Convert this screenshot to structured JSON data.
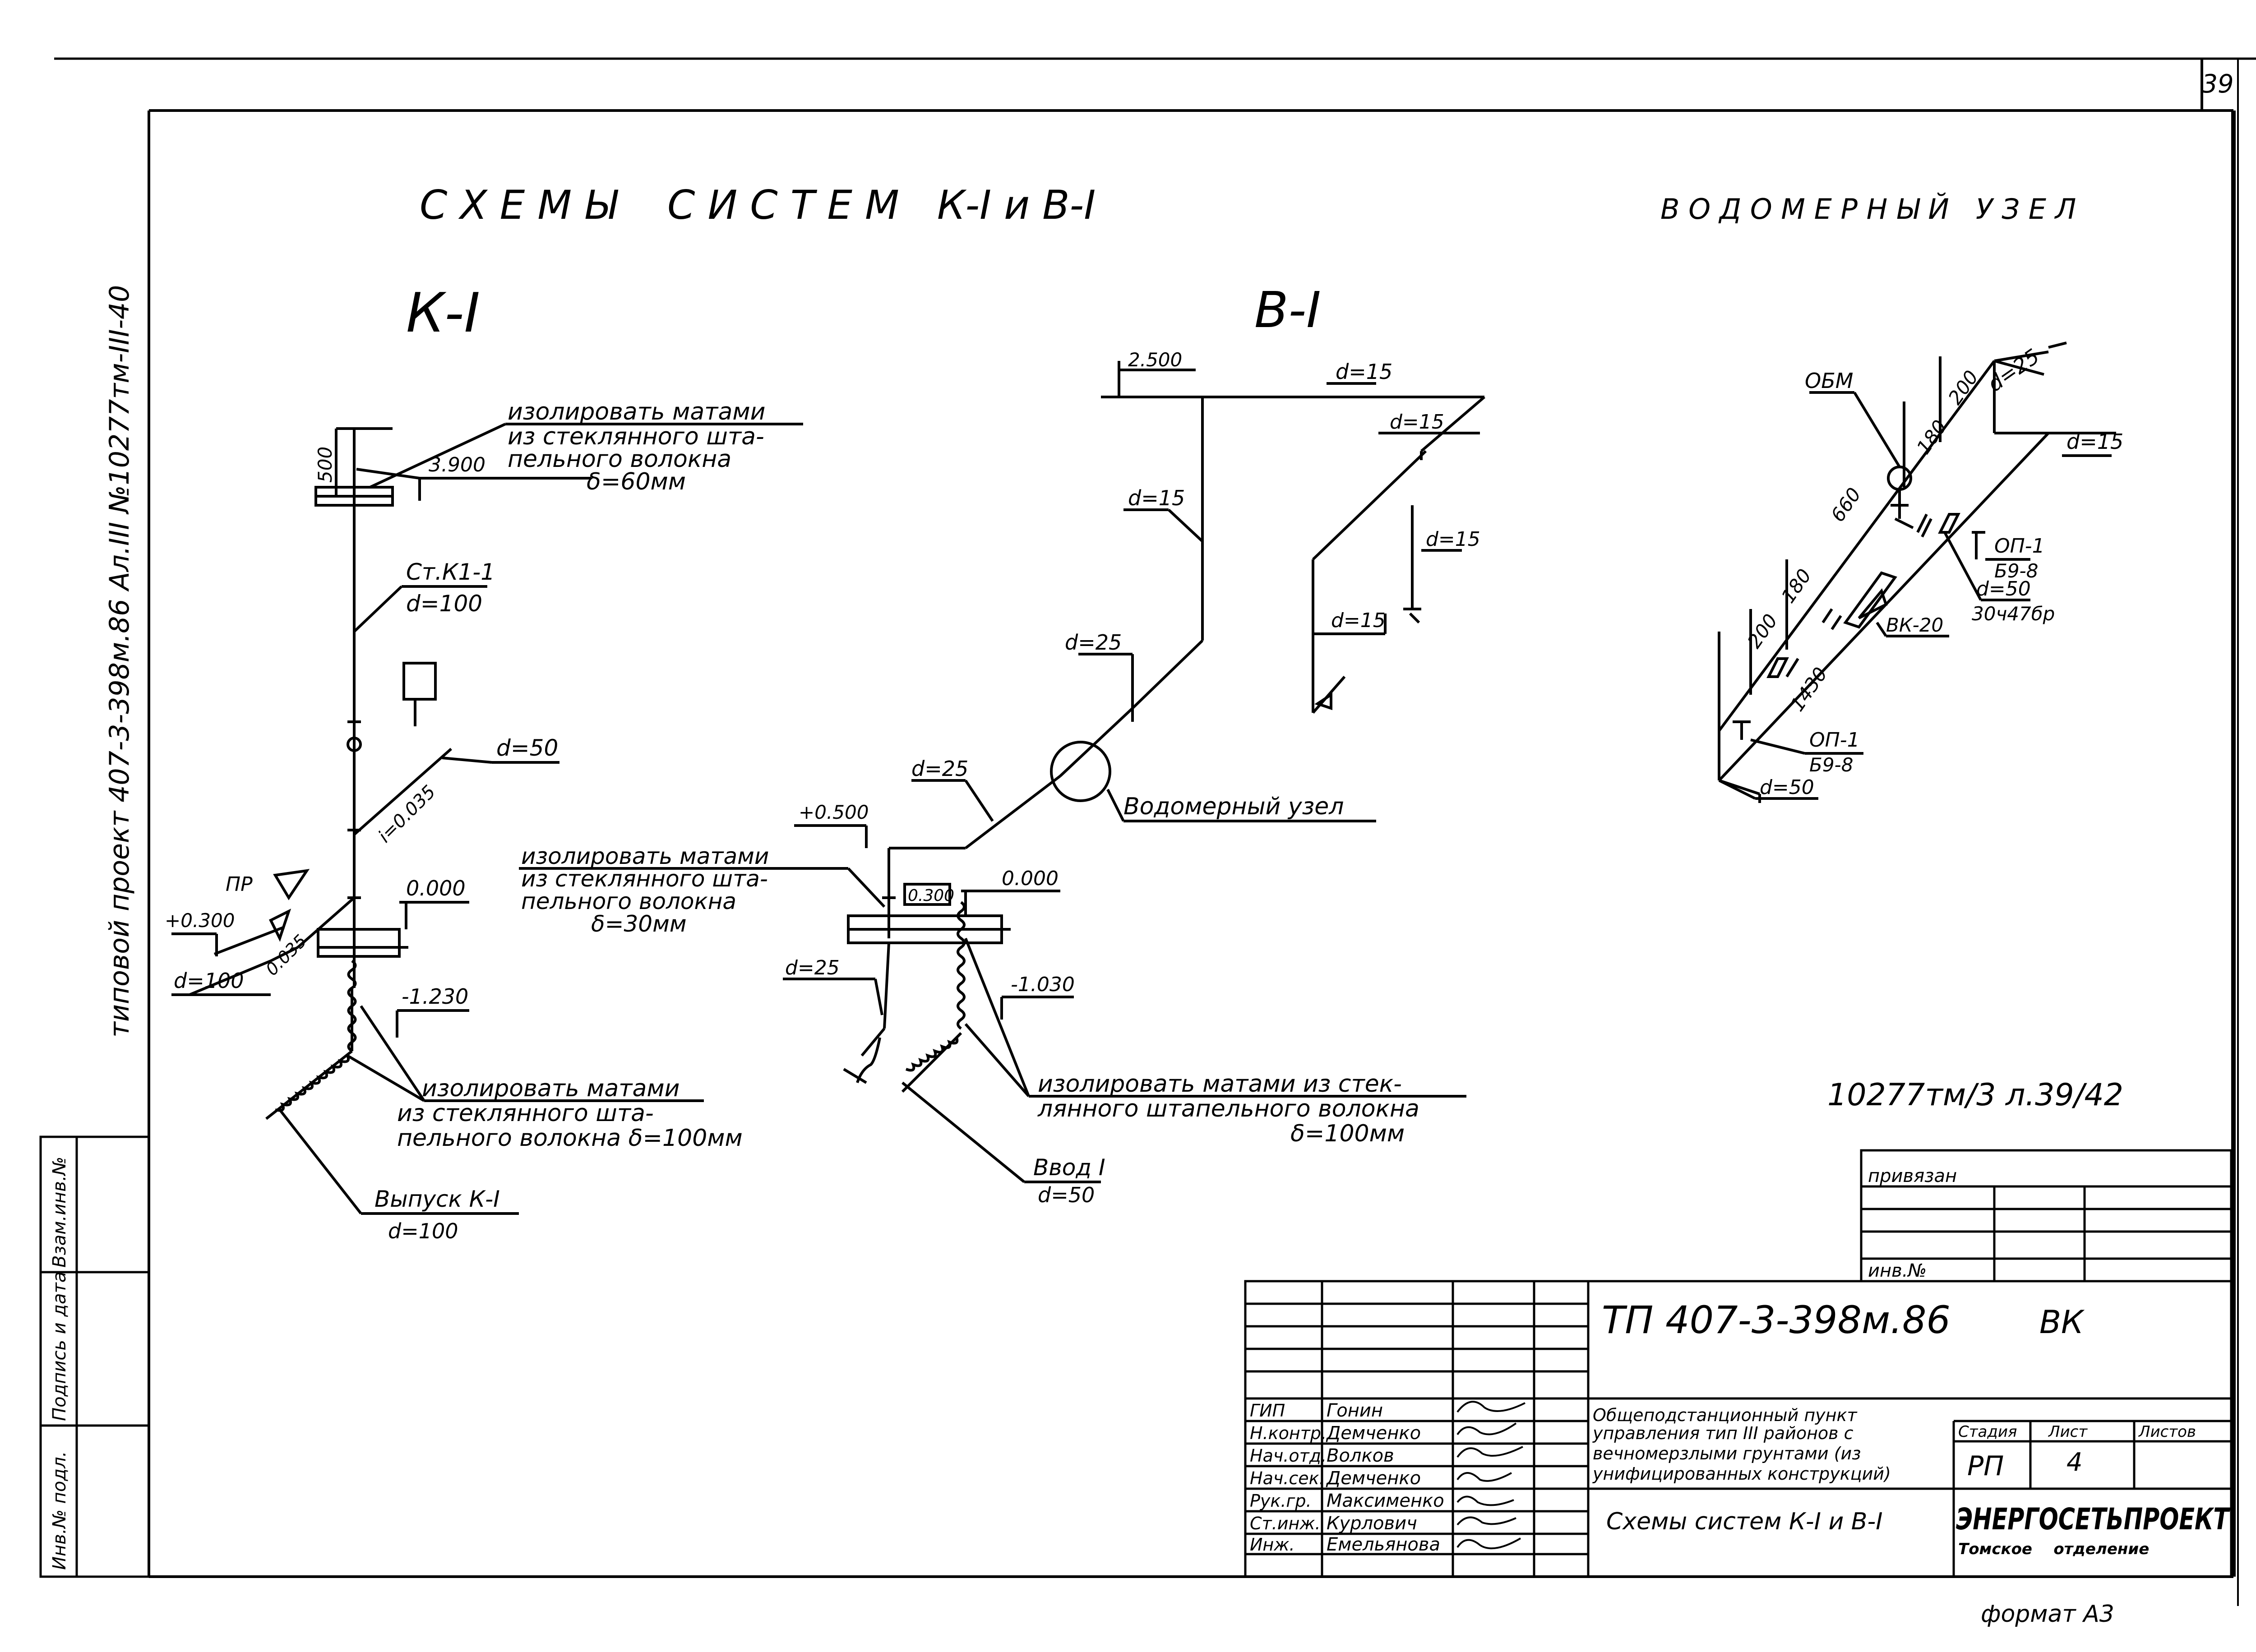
{
  "sheet_number": "39",
  "titles": {
    "main": "С Х Е М Ы    С И С Т Е М   К-I и В-I",
    "meter": "В О Д О М Е Р Н Ы Й   У З Е Л"
  },
  "side_note": "типовой проект 407-3-398м.86  Ал.III  №10277тм-III-40",
  "k1": {
    "label": "К-I",
    "insul_top": [
      "изолировать матами",
      "из стеклянного шта-",
      "пельного волокна",
      "δ=60мм"
    ],
    "dim_500": "500",
    "el_3900": "3.900",
    "riser_label": "Ст.К1-1",
    "riser_d": "d=100",
    "branch_d50": "d=50",
    "slope_1": "i=0.035",
    "slope_2": "0.035",
    "pr": "ПР",
    "el_0300": "+0.300",
    "el_0000": "0.000",
    "branch_d100": "d=100",
    "el_1230": "-1.230",
    "insul_bottom": [
      "изолировать матами",
      "из стеклянного шта-",
      "пельного волокна δ=100мм"
    ],
    "outlet_label": "Выпуск К-I",
    "outlet_d": "d=100"
  },
  "b1": {
    "label": "В-I",
    "el_2500": "2.500",
    "d15": "d=15",
    "d25": "d=25",
    "el_0500": "+0.500",
    "el_0300": "0.300",
    "el_0000": "0.000",
    "el_1030": "-1.030",
    "meter_label": "Водомерный узел",
    "insul_top": [
      "изолировать матами",
      "из стеклянного шта-",
      "пельного волокна",
      "δ=30мм"
    ],
    "insul_bottom": [
      "изолировать матами из стек-",
      "лянного штапельного волокна",
      "δ=100мм"
    ],
    "inlet_label": "Ввод I",
    "inlet_d": "d=50"
  },
  "meter_unit": {
    "obm": "ОБМ",
    "dims": [
      "180",
      "200",
      "660",
      "200",
      "180",
      "1430"
    ],
    "d25": "d=25",
    "d15": "d=15",
    "d50": "d=50",
    "d50_bottom": "d=50",
    "op1_a": "ОП-1",
    "op1_a_sub": "Б9-8",
    "op1_b": "ОП-1",
    "op1_b_sub": "Б9-8",
    "valve": "30ч47бр",
    "meter": "ВК-20"
  },
  "archive_code": "10277тм/3 л.39/42",
  "binding": {
    "title": "привязан",
    "inv": "инв.№"
  },
  "left_strip": {
    "labels": [
      "Инв.№ подл.",
      "Подпись и дата",
      "Взам.инв.№"
    ]
  },
  "title_block": {
    "project_code": "ТП 407-3-398м.86",
    "section": "ВК",
    "project_name": [
      "Общеподстанционный пункт",
      "управления тип III районов с",
      "вечномерзлыми грунтами (из",
      "унифицированных конструкций)"
    ],
    "sheet_title": "Схемы систем К-I и В-I",
    "stage_hdr": "Стадия",
    "sheet_hdr": "Лист",
    "sheets_hdr": "Листов",
    "stage": "РП",
    "sheet": "4",
    "sheets": "",
    "org_name": "ЭНЕРГОСЕТЬПРОЕКТ",
    "org_branch": "Томское    отделение",
    "people": [
      {
        "role": "ГИП",
        "name": "Гонин"
      },
      {
        "role": "Н.контр.",
        "name": "Демченко"
      },
      {
        "role": "Нач.отд.",
        "name": "Волков"
      },
      {
        "role": "Нач.сек.",
        "name": "Демченко"
      },
      {
        "role": "Рук.гр.",
        "name": "Максименко"
      },
      {
        "role": "Ст.инж.",
        "name": "Курлович"
      },
      {
        "role": "Инж.",
        "name": "Емельянова"
      }
    ]
  },
  "format": "формат А3"
}
